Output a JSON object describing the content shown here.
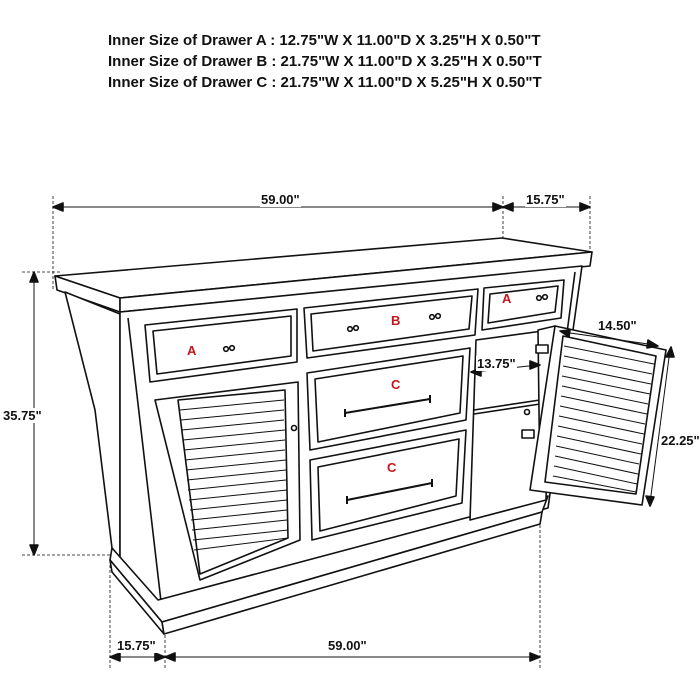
{
  "specs": [
    {
      "drawer": "A",
      "text": "Inner Size of Drawer A : 12.75\"W X 11.00\"D X 3.25\"H X 0.50\"T"
    },
    {
      "drawer": "B",
      "text": "Inner Size of Drawer B : 21.75\"W X 11.00\"D X 3.25\"H X 0.50\"T"
    },
    {
      "drawer": "C",
      "text": "Inner Size of Drawer C : 21.75\"W X 11.00\"D X 5.25\"H X 0.50\"T"
    }
  ],
  "dimensions": {
    "top_width": "59.00\"",
    "top_depth": "15.75\"",
    "height": "35.75\"",
    "bottom_depth": "15.75\"",
    "bottom_width": "59.00\"",
    "door_width": "14.50\"",
    "door_height": "22.25\"",
    "shelf_depth": "13.75\""
  },
  "drawer_labels": {
    "left_top": "A",
    "center_top": "B",
    "right_top": "A",
    "center_middle": "C",
    "center_bottom": "C"
  },
  "colors": {
    "line": "#111111",
    "drawer_label": "#c4161c"
  }
}
